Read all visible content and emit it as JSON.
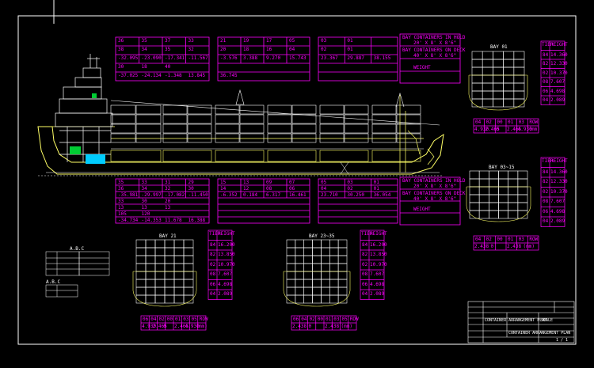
{
  "app": {
    "title": ""
  },
  "colors": {
    "background": "#000000",
    "border": "#ffffff",
    "table": "#ff00ff",
    "hull": "#ffff66",
    "containers": "#ffffff",
    "accent_green": "#00cc33",
    "accent_cyan": "#00ccff"
  },
  "bays": {
    "bay_top_right": "BAY 01",
    "bay_mid_right": "BAY 03~15",
    "bay_bottom_left": "BAY 21",
    "bay_bottom_mid": "BAY 23~35"
  },
  "upper_table": {
    "row1": [
      "36",
      "35",
      "37",
      "33",
      "",
      "21",
      "19",
      "17",
      "",
      "05",
      "03",
      "01"
    ],
    "row2": [
      "38",
      "34",
      "35",
      "32",
      "",
      "20",
      "18",
      "16",
      "",
      "04",
      "02",
      "01"
    ],
    "row3": [
      "-32.095",
      "-23.090",
      "-17.341",
      "-11.567",
      "",
      "-3.576",
      "3.388",
      "9.270",
      "15.743",
      "",
      "23.367",
      "29.887",
      "38.155"
    ],
    "row4": [
      "30",
      "18",
      "40",
      "",
      "",
      "",
      "",
      "",
      "",
      "",
      "",
      ""
    ],
    "row5": [
      "-37.025",
      "-24.134",
      "",
      "",
      "",
      "-1.348",
      "",
      "",
      "13.845",
      "",
      "",
      "36.745"
    ]
  },
  "lower_table": {
    "row1": [
      "35",
      "33",
      "31",
      "29",
      "",
      "15",
      "13",
      "09",
      "07",
      "",
      "05",
      "03",
      "01"
    ],
    "row2": [
      "36",
      "34",
      "32",
      "30",
      "",
      "14",
      "12",
      "08",
      "06",
      "",
      "04",
      "02",
      "01"
    ],
    "row3": [
      "-35.981",
      "-29.997",
      "-17.082",
      "-11.450",
      "",
      "-6.352",
      "0.184",
      "6.317",
      "16.461",
      "",
      "23.710",
      "30.250",
      "36.054"
    ],
    "row4": [
      "33",
      "",
      "30",
      "",
      "",
      "",
      "20",
      "",
      "",
      "",
      "",
      "",
      ""
    ],
    "row5": [
      "13",
      "",
      "13",
      "",
      "",
      "",
      "13",
      "",
      "",
      "",
      "",
      "",
      ""
    ],
    "row6": [
      "105",
      "",
      "",
      "",
      "",
      "",
      "120",
      "",
      "",
      "",
      "",
      "",
      ""
    ],
    "row7": [
      "-34.734",
      "-14.353",
      "",
      "",
      "",
      "",
      "",
      "11.678",
      "",
      "",
      "16.388",
      "",
      ""
    ]
  },
  "legend_upper": {
    "l1": "BAY  CONTAINERS IN HOLD",
    "l2": "20' X 8' X 8'6\"",
    "l3": "BAY  CONTAINERS ON DECK",
    "l4": "40' X 8' X 8'6\"",
    "l5": "WEIGHT"
  },
  "legend_lower": {
    "l1": "BAY  CONTAINERS IN HOLD",
    "l2": "20' X 8' X 8'6\"",
    "l3": "BAY  CONTAINERS ON DECK",
    "l4": "40' X 8' X 8'6\"",
    "l5": "WEIGHT"
  },
  "tier_table_a": {
    "header": [
      "TIER",
      "HEIGHT"
    ],
    "rows": [
      [
        "84",
        "14.360"
      ],
      [
        "82",
        "12.330"
      ],
      [
        "02",
        "10.370"
      ],
      [
        "08",
        "7.607"
      ],
      [
        "06",
        "4.698"
      ],
      [
        "04",
        "2.089"
      ]
    ]
  },
  "tier_table_b": {
    "header": [
      "TIER",
      "HEIGHT"
    ],
    "rows": [
      [
        "84",
        "14.360"
      ],
      [
        "82",
        "12.330"
      ],
      [
        "02",
        "10.370"
      ],
      [
        "08",
        "7.607"
      ],
      [
        "06",
        "4.698"
      ],
      [
        "04",
        "2.089"
      ]
    ]
  },
  "tier_table_c": {
    "header": [
      "TIER",
      "HEIGHT"
    ],
    "rows": [
      [
        "84",
        "16.200"
      ],
      [
        "82",
        "13.850"
      ],
      [
        "02",
        "10.970"
      ],
      [
        "08",
        "7.607"
      ],
      [
        "06",
        "4.698"
      ],
      [
        "04",
        "2.089"
      ]
    ]
  },
  "tier_table_d": {
    "header": [
      "TIER",
      "HEIGHT"
    ],
    "rows": [
      [
        "84",
        "16.200"
      ],
      [
        "82",
        "13.850"
      ],
      [
        "02",
        "10.970"
      ],
      [
        "08",
        "7.607"
      ],
      [
        "06",
        "4.698"
      ],
      [
        "04",
        "2.089"
      ]
    ]
  },
  "row_tables": {
    "a": [
      "04",
      "02",
      "00",
      "01",
      "03",
      "ROW"
    ],
    "b": [
      "06",
      "04",
      "02",
      "00",
      "01",
      "03",
      "05",
      "ROW"
    ],
    "c": [
      "04",
      "02",
      "00",
      "01",
      "03",
      "ROW"
    ],
    "d": [
      "06",
      "04",
      "02",
      "00",
      "01",
      "03",
      "05",
      "ROW"
    ]
  },
  "row_dims": {
    "a": [
      "4.930",
      "2.465",
      "0",
      "2.465",
      "4.930",
      "(mm)"
    ],
    "b": [
      "4.930",
      "2.465",
      "0",
      "2.465",
      "4.930",
      "(mm)"
    ],
    "c": [
      "2.438",
      "0",
      "2.438",
      "(mm)"
    ],
    "d": [
      "2.438",
      "0",
      "2.438",
      "(mm)"
    ]
  },
  "small_notes": {
    "title1": "A.B.C",
    "title2": "A.B.C"
  },
  "title_block": {
    "company": "CONTAINER ARRANGEMENT PLAN",
    "drawing": "CONTAINER ARRANGEMENT PLAN",
    "scale": "SCALE",
    "sheet": "1 / 1"
  }
}
